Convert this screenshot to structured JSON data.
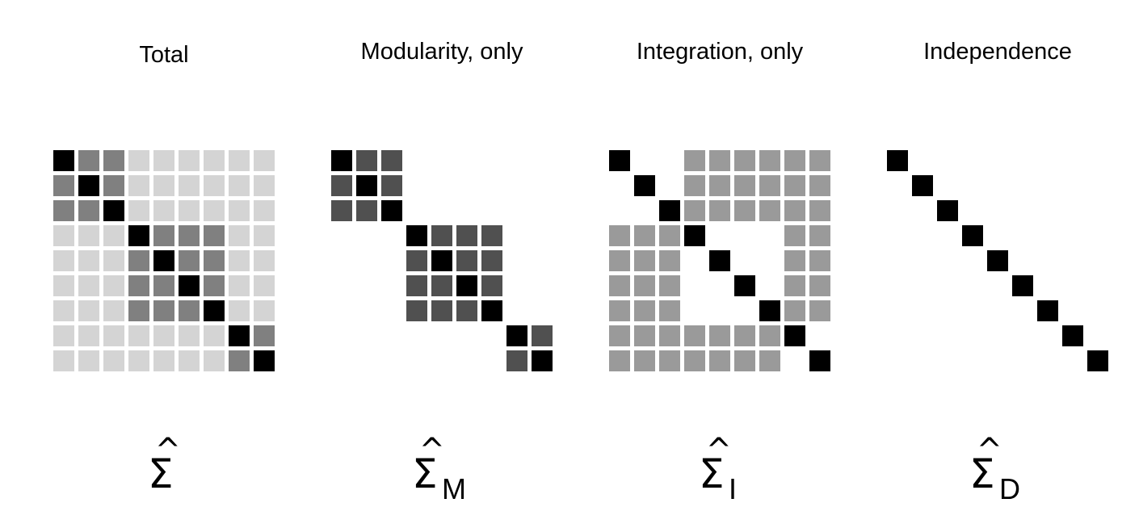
{
  "figure": {
    "panels": [
      {
        "id": "total",
        "title": "Total",
        "symbol": {
          "hat": "^",
          "sigma": "Σ",
          "subscript": ""
        },
        "blocks": [
          [
            0,
            1,
            2
          ],
          [
            3,
            4,
            5,
            6
          ],
          [
            7,
            8
          ]
        ],
        "levels": {
          "diagonal": "black",
          "within_block": "dark",
          "between_block": "light"
        }
      },
      {
        "id": "modularity",
        "title": "Modularity, only",
        "symbol": {
          "hat": "^",
          "sigma": "Σ",
          "subscript": "M"
        },
        "blocks": [
          [
            0,
            1,
            2
          ],
          [
            3,
            4,
            5,
            6
          ],
          [
            7,
            8
          ]
        ],
        "levels": {
          "diagonal": "black",
          "within_block": "darker",
          "between_block": "none"
        }
      },
      {
        "id": "integration",
        "title": "Integration, only",
        "symbol": {
          "hat": "^",
          "sigma": "Σ",
          "subscript": "I"
        },
        "blocks": [
          [
            0,
            1,
            2
          ],
          [
            3,
            4,
            5,
            6
          ],
          [
            7,
            8
          ]
        ],
        "levels": {
          "diagonal": "black",
          "within_block": "none",
          "between_block": "medium"
        }
      },
      {
        "id": "independence",
        "title": "Independence",
        "symbol": {
          "hat": "^",
          "sigma": "Σ",
          "subscript": "D"
        },
        "blocks": [
          [
            0,
            1,
            2
          ],
          [
            3,
            4,
            5,
            6
          ],
          [
            7,
            8
          ]
        ],
        "levels": {
          "diagonal": "black",
          "within_block": "none",
          "between_block": "none"
        }
      }
    ],
    "matrix_size": 9,
    "colors": {
      "black": "#000000",
      "dark": "#808080",
      "darker": "#505050",
      "medium": "#9a9a9a",
      "light": "#d4d4d4"
    }
  }
}
